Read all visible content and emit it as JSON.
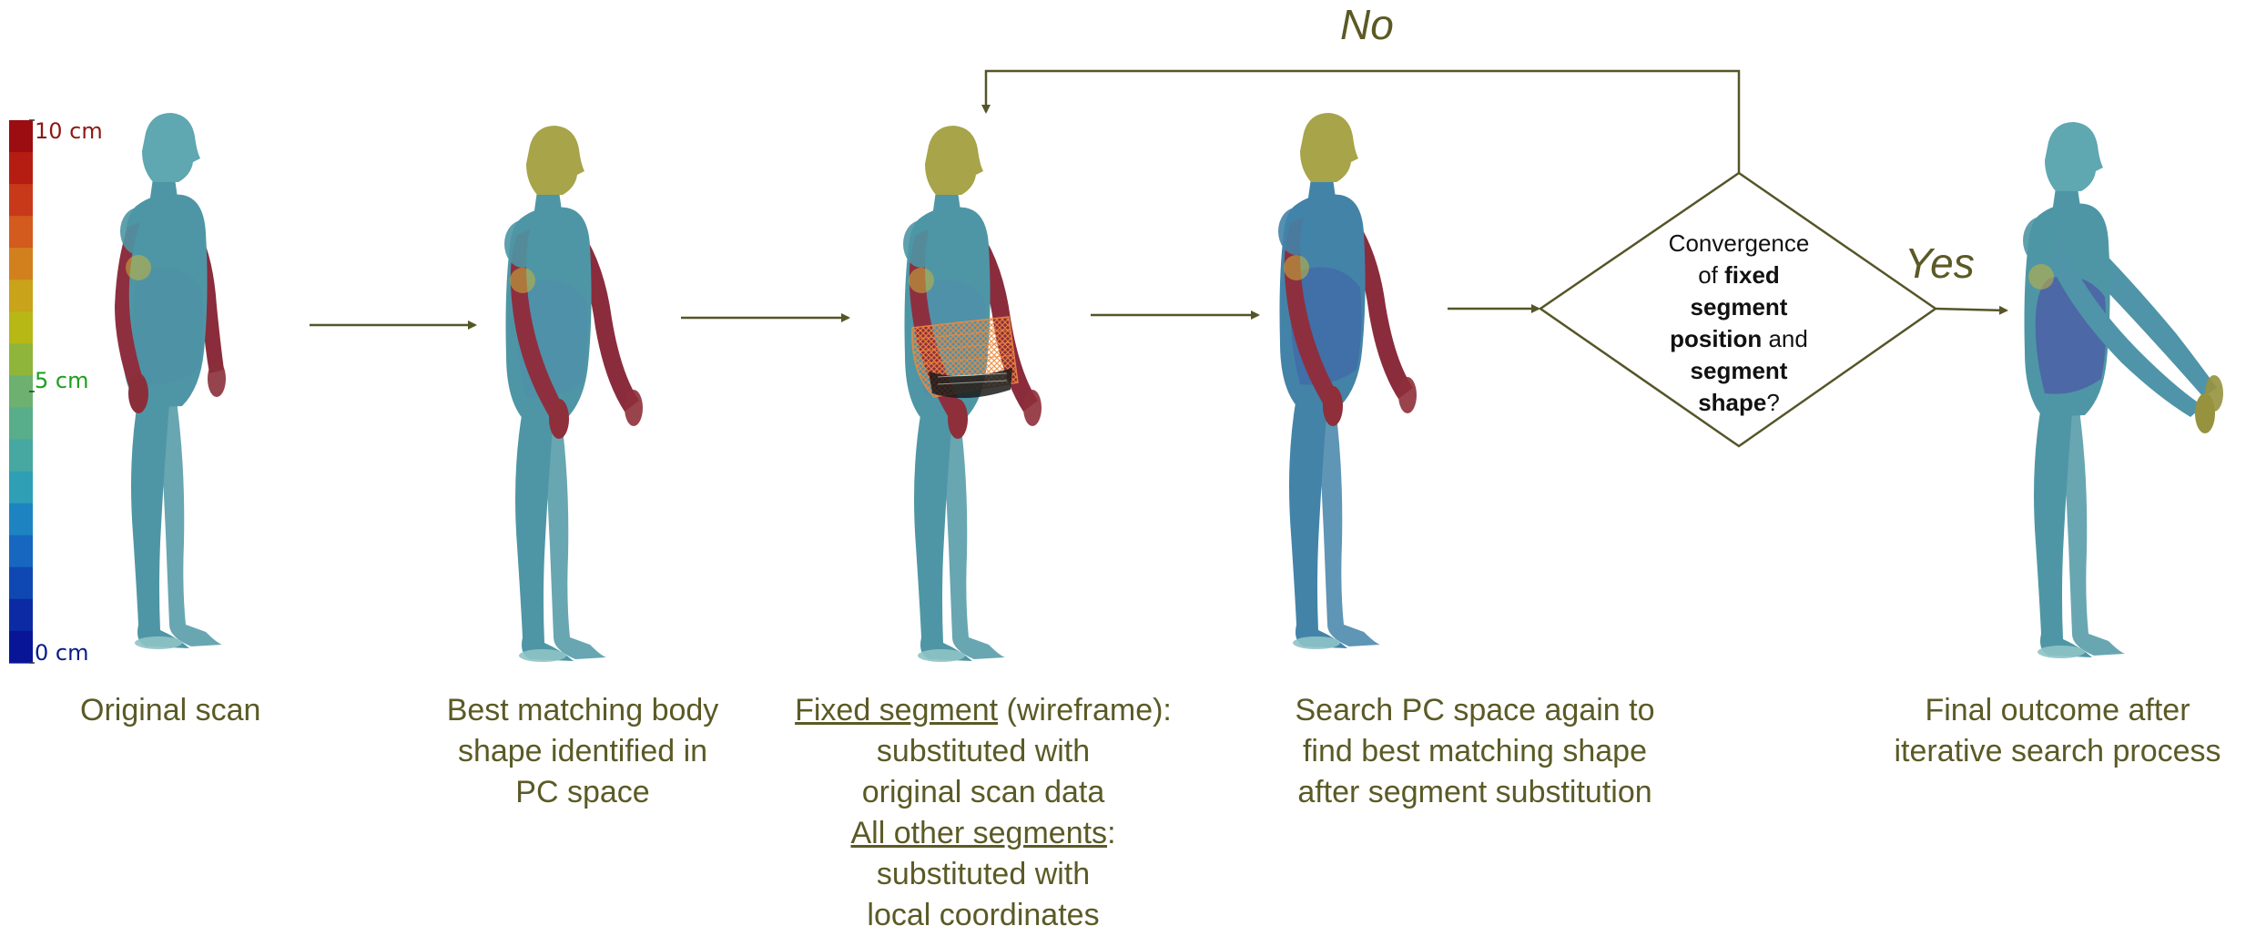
{
  "colorbar": {
    "label_max": "10 cm",
    "label_mid": "5 cm",
    "label_min": "0 cm",
    "colors": [
      "#9b0d10",
      "#b51d13",
      "#c8391a",
      "#d35b1e",
      "#d2801e",
      "#c9a319",
      "#b7b715",
      "#8fb53a",
      "#6db170",
      "#58ad8a",
      "#46a8a0",
      "#2f9fb6",
      "#1e84c1",
      "#1766bf",
      "#1048b3",
      "#0b2aa4",
      "#071596"
    ]
  },
  "figures": [
    {
      "name": "original-scan-figure",
      "body": "#4e96a5",
      "head": "#5fa7b1",
      "arm_near": "#8e2f3f",
      "arm_far": "#8a2c3c",
      "hand": "#8a2f3a",
      "torso_tint": "#4e8fa8",
      "pose": "down"
    },
    {
      "name": "best-match-figure",
      "body": "#4e96a5",
      "head": "#a7a449",
      "arm_near": "#8e2f3f",
      "arm_far": "#8a2c3c",
      "hand": "#8e2f3a",
      "torso_tint": "#4f8ead",
      "pose": "slight"
    },
    {
      "name": "fixed-segment-figure",
      "body": "#4e96a5",
      "head": "#a7a449",
      "arm_near": "#8e2f3f",
      "arm_far": "#8a2c3c",
      "hand": "#8e2f3a",
      "torso_tint": "#4f8ead",
      "pose": "slight"
    },
    {
      "name": "search-pc-figure",
      "body": "#4383a8",
      "head": "#a7a449",
      "arm_near": "#8e2f3f",
      "arm_far": "#8a2c3c",
      "hand": "#8e2f3a",
      "torso_tint": "#3f5fa8",
      "pose": "slight"
    },
    {
      "name": "final-outcome-figure",
      "body": "#4e96a5",
      "head": "#5fa7b1",
      "arm_near": "#4f94a8",
      "arm_far": "#4f94a8",
      "hand": "#97923d",
      "torso_tint": "#4a43a8",
      "pose": "forward"
    }
  ],
  "captions": {
    "original": [
      "Original scan"
    ],
    "best_match": [
      "Best matching body",
      "shape identified in",
      "PC space"
    ],
    "fixed_segment": {
      "line1_underlined": "Fixed segment",
      "line1_rest": " (wireframe):",
      "line2": "substituted with",
      "line3": "original scan data",
      "line4_underlined": "All other segments",
      "line4_rest": ":",
      "line5": "substituted with",
      "line6": "local coordinates"
    },
    "search": [
      "Search PC space again to",
      "find best matching shape",
      "after segment substitution"
    ],
    "final": [
      "Final outcome after",
      "iterative search process"
    ]
  },
  "decision": {
    "text_1": "Convergence",
    "text_2a": "of ",
    "text_2b": "fixed",
    "text_3": "segment",
    "text_4a": "position",
    "text_4b": " and",
    "text_5": "segment",
    "text_6a": "shape",
    "text_6b": "?",
    "no_label": "No",
    "yes_label": "Yes"
  },
  "colors": {
    "arrow": "#555528",
    "caption": "#5b5a26",
    "wireframe": "#f08a3c"
  }
}
